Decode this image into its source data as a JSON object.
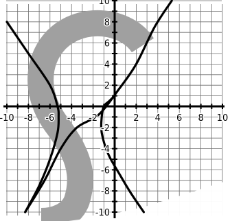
{
  "chart_data": {
    "type": "line",
    "title": "",
    "xlabel": "",
    "ylabel": "",
    "xlim": [
      -10,
      10
    ],
    "ylim": [
      -10,
      10
    ],
    "grid": true,
    "grid_step": 1,
    "x_tick_labels": [
      {
        "value": -10,
        "text": "-10"
      },
      {
        "value": -8,
        "text": "-8"
      },
      {
        "value": -6,
        "text": "-6"
      },
      {
        "value": -4,
        "text": "-4"
      },
      {
        "value": -2,
        "text": "-2"
      },
      {
        "value": 2,
        "text": "2"
      },
      {
        "value": 4,
        "text": "4"
      },
      {
        "value": 6,
        "text": "6"
      },
      {
        "value": 8,
        "text": "8"
      },
      {
        "value": 10,
        "text": "10"
      }
    ],
    "y_tick_labels": [
      {
        "value": 10,
        "text": "10"
      },
      {
        "value": 8,
        "text": "8"
      },
      {
        "value": 6,
        "text": "6"
      },
      {
        "value": 4,
        "text": "4"
      },
      {
        "value": 2,
        "text": "2"
      },
      {
        "value": -2,
        "text": "-2"
      },
      {
        "value": -4,
        "text": "-4"
      },
      {
        "value": -6,
        "text": "-6"
      },
      {
        "value": -8,
        "text": "-8"
      },
      {
        "value": -10,
        "text": "-10"
      }
    ],
    "series": [
      {
        "color": "#000000",
        "points": [
          [
            -10,
            8.0
          ],
          [
            -8,
            5.0
          ],
          [
            -6,
            2.0
          ],
          [
            -5.3,
            0.0
          ],
          [
            -5.2,
            -1.0
          ],
          [
            -5.3,
            -2.5
          ],
          [
            -6,
            -5.0
          ],
          [
            -7,
            -7.5
          ],
          [
            -8.3,
            -10.0
          ]
        ]
      },
      {
        "color": "#000000",
        "points": [
          [
            -8.3,
            -10.0
          ],
          [
            -6.5,
            -7.0
          ],
          [
            -5.0,
            -4.0
          ],
          [
            -3.5,
            -2.0
          ],
          [
            -1.5,
            -0.8
          ],
          [
            0.3,
            1.5
          ],
          [
            2,
            4.0
          ],
          [
            3.7,
            7.5
          ],
          [
            5.3,
            10.0
          ]
        ]
      },
      {
        "color": "#000000",
        "points": [
          [
            0,
            1.0
          ],
          [
            -0.5,
            0.5
          ],
          [
            -1.0,
            0.0
          ],
          [
            -1.2,
            -1.0
          ],
          [
            -1.2,
            -2.5
          ],
          [
            -0.6,
            -4.5
          ],
          [
            0.5,
            -6.5
          ],
          [
            1.5,
            -8.2
          ],
          [
            2.7,
            -10.0
          ]
        ]
      }
    ],
    "watermark": {
      "shape": "S",
      "color": "#a0a0a0"
    }
  }
}
